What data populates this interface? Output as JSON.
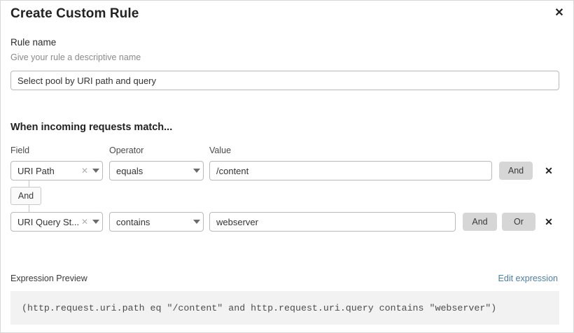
{
  "dialog": {
    "title": "Create Custom Rule",
    "close_icon": "close-icon"
  },
  "rule_name": {
    "label": "Rule name",
    "help": "Give your rule a descriptive name",
    "value": "Select pool by URI path and query",
    "placeholder": "Rule name"
  },
  "conditions_section": {
    "heading": "When incoming requests match...",
    "columns": {
      "field": "Field",
      "operator": "Operator",
      "value": "Value"
    },
    "connector_chip": "And",
    "rows": [
      {
        "field": "URI Path",
        "field_clear_icon": "clear-icon",
        "field_caret_icon": "chevron-down-icon",
        "operator": "equals",
        "operator_caret_icon": "chevron-down-icon",
        "value": "/content",
        "value_placeholder": "Value",
        "and_label": "And",
        "delete_icon": "close-icon"
      },
      {
        "field": "URI Query St...",
        "field_clear_icon": "clear-icon",
        "field_caret_icon": "chevron-down-icon",
        "operator": "contains",
        "operator_caret_icon": "chevron-down-icon",
        "value": "webserver",
        "value_placeholder": "Value",
        "and_label": "And",
        "or_label": "Or",
        "delete_icon": "close-icon"
      }
    ]
  },
  "expression_preview": {
    "label": "Expression Preview",
    "edit_link": "Edit expression",
    "expression": "(http.request.uri.path eq \"/content\" and http.request.uri.query contains \"webserver\")"
  },
  "colors": {
    "accent_link": "#4a7fa5",
    "button_gray": "#d6d6d6",
    "panel_gray": "#f2f2f2",
    "border": "#b9b9b9",
    "text": "#333333",
    "muted_text": "#8a8a8a"
  }
}
